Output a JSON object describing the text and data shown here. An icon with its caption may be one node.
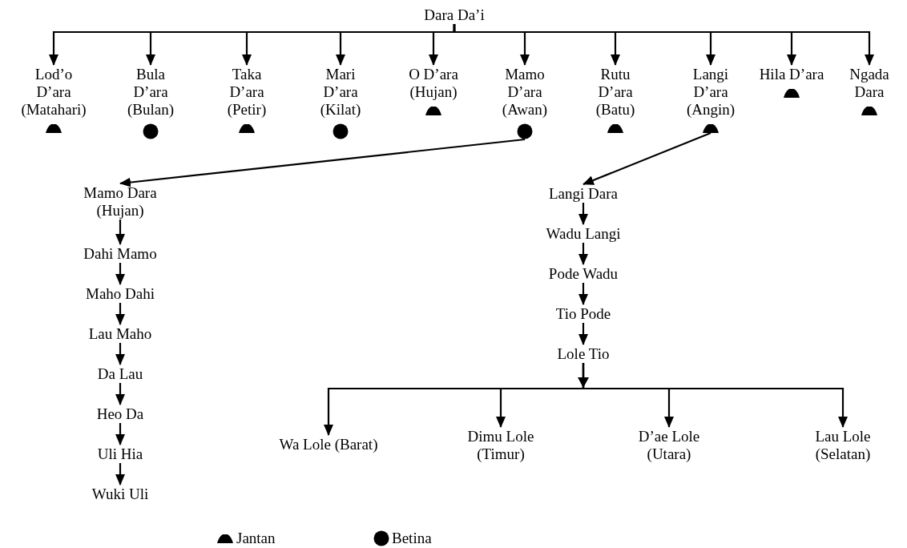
{
  "diagram": {
    "nodes": [
      {
        "text": [
          "Dara Da’i"
        ]
      },
      {
        "text": [
          "Lod’o D’ara (Matahari)"
        ]
      },
      {
        "text": [
          "Bula D’ara (Bulan)"
        ]
      },
      {
        "text": [
          "Taka D’ara (Petir)"
        ]
      },
      {
        "text": [
          "Mari D’ara (Kilat)"
        ]
      },
      {
        "text": [
          "O D’ara (Hujan)"
        ]
      },
      {
        "text": [
          "Mamo D’ara (Awan)"
        ]
      },
      {
        "text": [
          "Rutu D’ara (Batu)"
        ]
      },
      {
        "text": [
          "Langi D’ara (Angin)"
        ]
      },
      {
        "text": [
          "Hila D’ara"
        ]
      },
      {
        "text": [
          "Ngada Dara"
        ]
      },
      {
        "text": [
          "Mamo Dara (Hujan)"
        ]
      },
      {
        "text": [
          "Dahi Mamo"
        ]
      },
      {
        "text": [
          "Maho Dahi"
        ]
      },
      {
        "text": [
          "Lau Maho"
        ]
      },
      {
        "text": [
          "Da Lau"
        ]
      },
      {
        "text": [
          "Heo Da"
        ]
      },
      {
        "text": [
          "Uli Hia"
        ]
      },
      {
        "text": [
          "Wuki Uli"
        ]
      },
      {
        "text": [
          "Langi Dara"
        ]
      },
      {
        "text": [
          "Wadu Langi"
        ]
      },
      {
        "text": [
          "Pode Wadu"
        ]
      },
      {
        "text": [
          "Tio Pode"
        ]
      },
      {
        "text": [
          "Lole Tio"
        ]
      },
      {
        "text": [
          "Wa Lole (Barat)"
        ]
      },
      {
        "text": [
          "Dimu Lole (Timur)"
        ]
      },
      {
        "text": [
          "D’ae Lole (Utara)"
        ]
      },
      {
        "text": [
          "Lau Lole (Selatan)"
        ]
      }
    ],
    "edges": [
      {
        "from": 0,
        "to": 1,
        "arrow": "to"
      },
      {
        "from": 0,
        "to": 2,
        "arrow": "to"
      },
      {
        "from": 0,
        "to": 3,
        "arrow": "to"
      },
      {
        "from": 0,
        "to": 4,
        "arrow": "to"
      },
      {
        "from": 0,
        "to": 5,
        "arrow": "to"
      },
      {
        "from": 0,
        "to": 6,
        "arrow": "to"
      },
      {
        "from": 0,
        "to": 7,
        "arrow": "to"
      },
      {
        "from": 0,
        "to": 8,
        "arrow": "to"
      },
      {
        "from": 0,
        "to": 9,
        "arrow": "to"
      },
      {
        "from": 0,
        "to": 10,
        "arrow": "to"
      },
      {
        "from": 6,
        "to": 11,
        "arrow": "to"
      },
      {
        "from": 8,
        "to": 19,
        "arrow": "to"
      },
      {
        "from": 11,
        "to": 12,
        "arrow": "to"
      },
      {
        "from": 12,
        "to": 13,
        "arrow": "to"
      },
      {
        "from": 13,
        "to": 14,
        "arrow": "to"
      },
      {
        "from": 14,
        "to": 15,
        "arrow": "to"
      },
      {
        "from": 15,
        "to": 16,
        "arrow": "to"
      },
      {
        "from": 16,
        "to": 17,
        "arrow": "to"
      },
      {
        "from": 17,
        "to": 18,
        "arrow": "to"
      },
      {
        "from": 19,
        "to": 20,
        "arrow": "to"
      },
      {
        "from": 20,
        "to": 21,
        "arrow": "to"
      },
      {
        "from": 21,
        "to": 22,
        "arrow": "to"
      },
      {
        "from": 22,
        "to": 23,
        "arrow": "to"
      },
      {
        "from": 23,
        "to": 24,
        "arrow": "to"
      },
      {
        "from": 23,
        "to": 25,
        "arrow": "to"
      },
      {
        "from": 23,
        "to": 26,
        "arrow": "to"
      },
      {
        "from": 23,
        "to": 27,
        "arrow": "to"
      }
    ],
    "legend": [
      {
        "text": "Jantan"
      },
      {
        "text": "Betina"
      }
    ]
  }
}
